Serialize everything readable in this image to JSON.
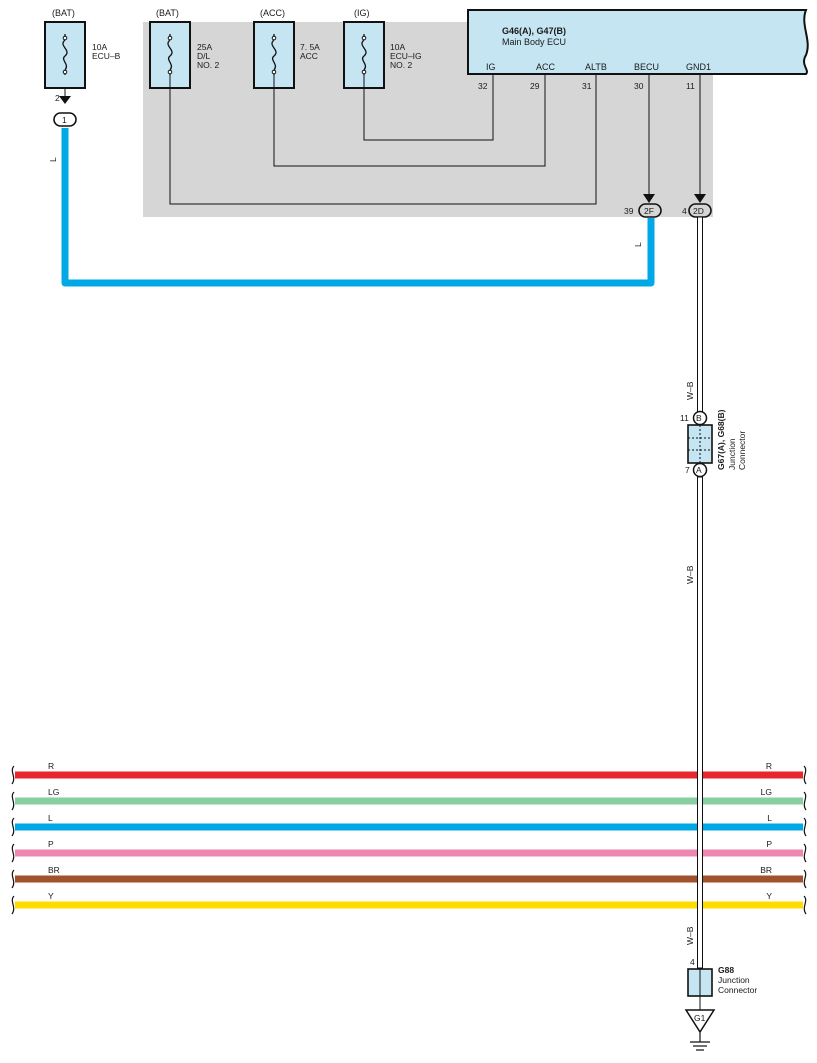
{
  "fuses": [
    {
      "source": "(BAT)",
      "rating": "10A",
      "name_lines": [
        "ECU–B"
      ]
    },
    {
      "source": "(BAT)",
      "rating": "25A",
      "name_lines": [
        "D/L",
        "NO. 2"
      ]
    },
    {
      "source": "(ACC)",
      "rating": "7. 5A",
      "name_lines": [
        "ACC"
      ]
    },
    {
      "source": "(IG)",
      "rating": "10A",
      "name_lines": [
        "ECU–IG",
        "NO. 2"
      ]
    }
  ],
  "ecu": {
    "title": "G46(A), G47(B)",
    "subtitle": "Main Body ECU",
    "pins": [
      {
        "name": "IG",
        "number": "32"
      },
      {
        "name": "ACC",
        "number": "29"
      },
      {
        "name": "ALTB",
        "number": "31"
      },
      {
        "name": "BECU",
        "number": "30"
      },
      {
        "name": "GND1",
        "number": "11"
      }
    ]
  },
  "connectors": {
    "ecu_b_pin": "2",
    "ecu_b_conn": "1",
    "becu_pin": "39",
    "becu_conn": "2F",
    "gnd_pin": "4",
    "gnd_conn": "2D"
  },
  "wire_labels": {
    "ecu_b": "L",
    "becu": "L",
    "gnd_upper": "W–B",
    "gnd_middle": "W–B",
    "gnd_lower": "W–B"
  },
  "junction1": {
    "title": "G67(A), G68(B)",
    "subtitle_lines": [
      "Junction",
      "Connector"
    ],
    "pin_top": "11",
    "conn_top": "B",
    "pin_bottom": "7",
    "conn_bottom": "A"
  },
  "junction2": {
    "title": "G88",
    "subtitle_lines": [
      "Junction",
      "Connector"
    ],
    "pin": "4"
  },
  "ground": {
    "label": "G1"
  },
  "bus_wires": [
    {
      "label": "R",
      "color": "#e8262d"
    },
    {
      "label": "LG",
      "color": "#87cfa0"
    },
    {
      "label": "L",
      "color": "#00a9e6"
    },
    {
      "label": "P",
      "color": "#ee86b2"
    },
    {
      "label": "BR",
      "color": "#a0522d"
    },
    {
      "label": "Y",
      "color": "#ffdb00"
    }
  ],
  "colors": {
    "fuse_fill": "#c5e5f2",
    "ecu_fill": "#c5e5f2",
    "gray_box": "#d6d6d6",
    "l_wire": "#00a9e6"
  }
}
